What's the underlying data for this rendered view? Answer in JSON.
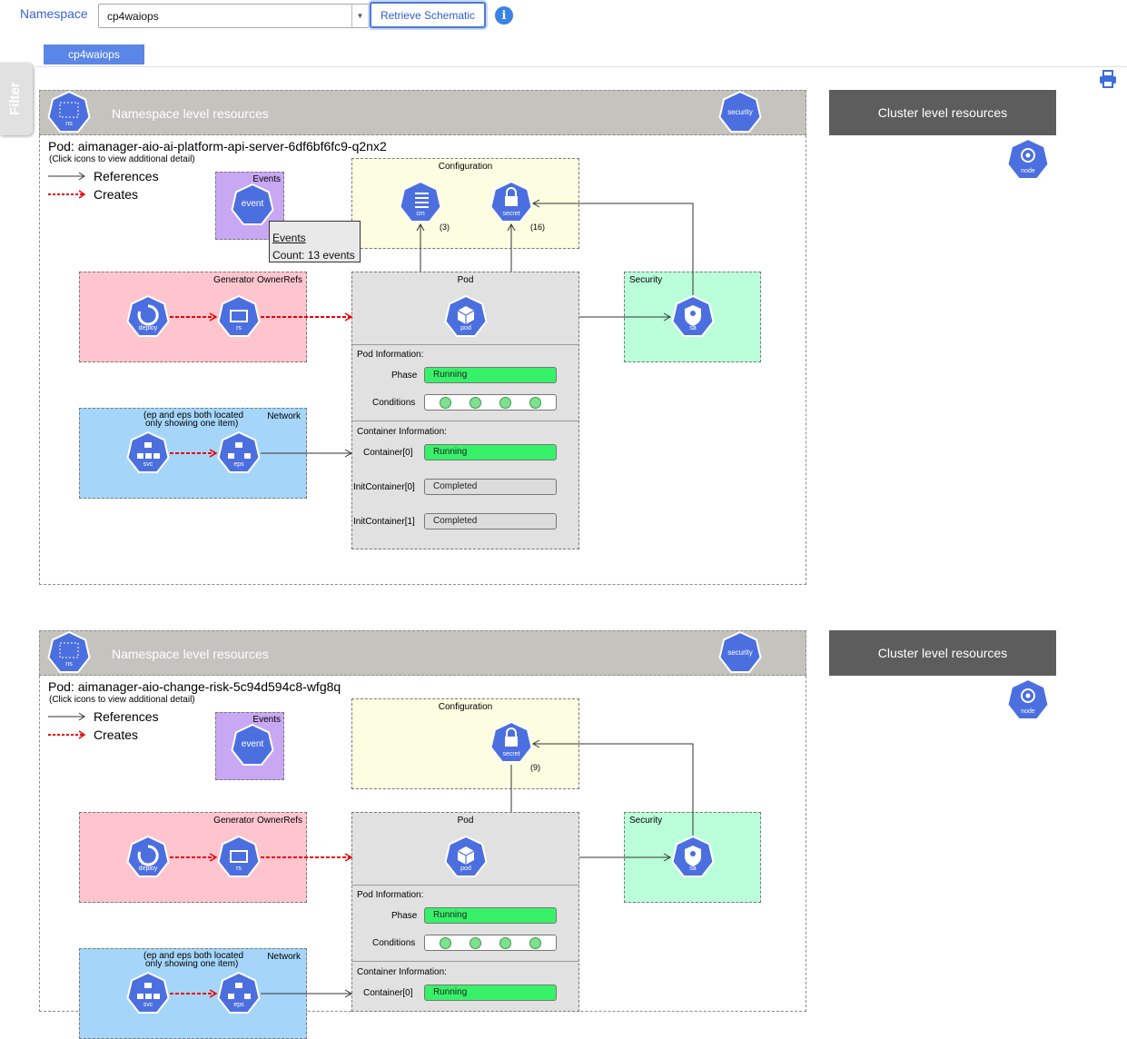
{
  "toolbar": {
    "namespace_label": "Namespace",
    "namespace_value": "cp4waiops",
    "retrieve_label": "Retrieve Schematic",
    "info_icon": "info-icon"
  },
  "tabs": [
    {
      "label": "cp4waiops",
      "active": true
    }
  ],
  "filter_label": "Filter",
  "print_icon": "printer-icon",
  "colors": {
    "accent": "#3b82e8",
    "k8s_icon": "#4c6fe0",
    "running": "#37f269",
    "completed": "#dcdcdc",
    "events_box": "#c8a8f2",
    "config_box": "#fcfde1",
    "owner_box": "#fec5cf",
    "network_box": "#a5d6fa",
    "security_box": "#baffd9",
    "pod_box": "#e1e1e1",
    "ns_header": "#c4c3be",
    "cluster_header": "#5d5d5d"
  },
  "panels": [
    {
      "ns_header": "Namespace level resources",
      "ns_icon_label": "ns",
      "security_icon_label": "security",
      "cluster_header": "Cluster level resources",
      "node_icon_label": "node",
      "pod_title": "Pod: aimanager-aio-ai-platform-api-server-6df6bf6fc9-q2nx2",
      "subtitle": "(Click icons to view additional detail)",
      "legend": {
        "references": "References",
        "creates": "Creates"
      },
      "events_box": {
        "label": "Events",
        "icon_label": "event"
      },
      "configuration": {
        "label": "Configuration",
        "cm": {
          "label": "cm",
          "count": "(3)"
        },
        "secret": {
          "label": "secret",
          "count": "(16)"
        }
      },
      "generator": {
        "label": "Generator OwnerRefs",
        "deploy": "deploy",
        "rs": "rs"
      },
      "network": {
        "label": "Network",
        "note_line1": "(ep and eps both located",
        "note_line2": "only showing one item)",
        "svc": "svc",
        "eps": "eps"
      },
      "security": {
        "label": "Security",
        "sa": "sa"
      },
      "pod": {
        "label": "Pod",
        "icon_label": "pod",
        "pod_info_label": "Pod Information:",
        "phase_label": "Phase",
        "phase_value": "Running",
        "conditions_label": "Conditions",
        "conditions_count": 4,
        "container_info_label": "Container Information:",
        "containers": [
          {
            "name": "Container[0]",
            "status": "Running"
          },
          {
            "name": "InitContainer[0]",
            "status": "Completed"
          },
          {
            "name": "InitContainer[1]",
            "status": "Completed"
          }
        ]
      },
      "tooltip": {
        "title": "Events",
        "count": "Count: 13 events"
      }
    },
    {
      "ns_header": "Namespace level resources",
      "ns_icon_label": "ns",
      "security_icon_label": "security",
      "cluster_header": "Cluster level resources",
      "node_icon_label": "node",
      "pod_title": "Pod: aimanager-aio-change-risk-5c94d594c8-wfg8q",
      "subtitle": "(Click icons to view additional detail)",
      "legend": {
        "references": "References",
        "creates": "Creates"
      },
      "events_box": {
        "label": "Events",
        "icon_label": "event"
      },
      "configuration": {
        "label": "Configuration",
        "secret": {
          "label": "secret",
          "count": "(9)"
        }
      },
      "generator": {
        "label": "Generator OwnerRefs",
        "deploy": "deploy",
        "rs": "rs"
      },
      "network": {
        "label": "Network",
        "note_line1": "(ep and eps both located",
        "note_line2": "only showing one item)",
        "svc": "svc",
        "eps": "eps"
      },
      "security": {
        "label": "Security",
        "sa": "sa"
      },
      "pod": {
        "label": "Pod",
        "icon_label": "pod",
        "pod_info_label": "Pod Information:",
        "phase_label": "Phase",
        "phase_value": "Running",
        "conditions_label": "Conditions",
        "conditions_count": 4,
        "container_info_label": "Container Information:",
        "containers": [
          {
            "name": "Container[0]",
            "status": "Running"
          }
        ]
      }
    }
  ]
}
